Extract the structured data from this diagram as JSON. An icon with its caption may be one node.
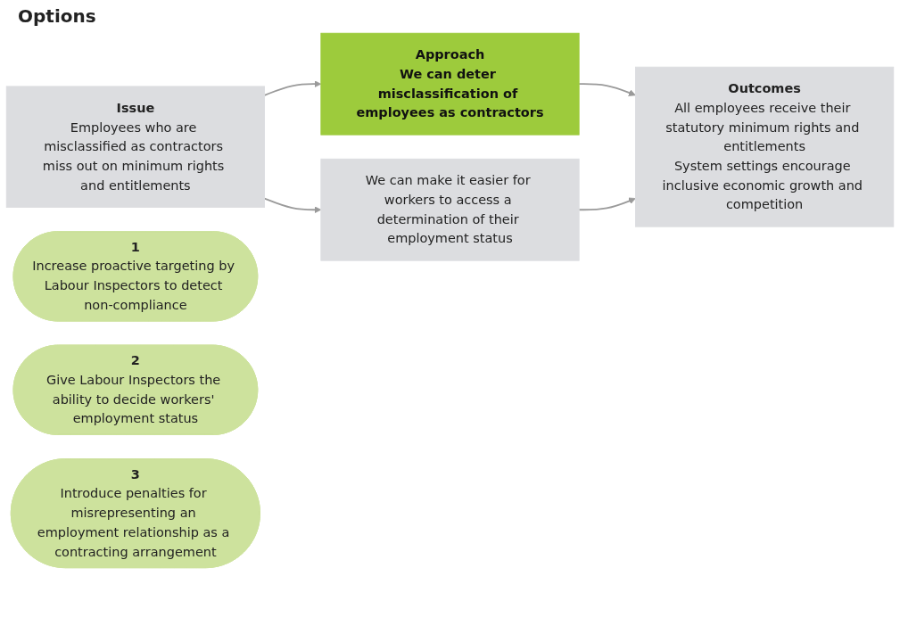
{
  "diagram": {
    "nodes": [
      {
        "text": [
          "Issue",
          "Employees who are misclassified as contractors miss out on minimum rights and entitlements"
        ]
      },
      {
        "text": [
          "Approach",
          "We can deter misclassification of employees as contractors"
        ]
      },
      {
        "text": [
          "We can make it easier for workers to access a determination of their employment status"
        ]
      },
      {
        "text": [
          "Outcomes",
          "All employees receive their statutory minimum rights and entitlements",
          "System settings encourage inclusive economic growth and competition"
        ]
      },
      {
        "text": [
          "1",
          "Increase proactive targeting by Labour Inspectors to detect non-compliance"
        ]
      },
      {
        "text": [
          "2",
          "Give Labour Inspectors the ability to decide workers' employment status"
        ]
      },
      {
        "text": [
          "3",
          "Introduce penalties for misrepresenting an employment relationship as a contracting arrangement"
        ]
      }
    ],
    "edges": [
      {
        "from": 0,
        "to": 1,
        "arrow": "to"
      },
      {
        "from": 0,
        "to": 2,
        "arrow": "to"
      },
      {
        "from": 1,
        "to": 3,
        "arrow": "to"
      },
      {
        "from": 2,
        "to": 3,
        "arrow": "to"
      }
    ],
    "labels": [
      "Options"
    ]
  }
}
